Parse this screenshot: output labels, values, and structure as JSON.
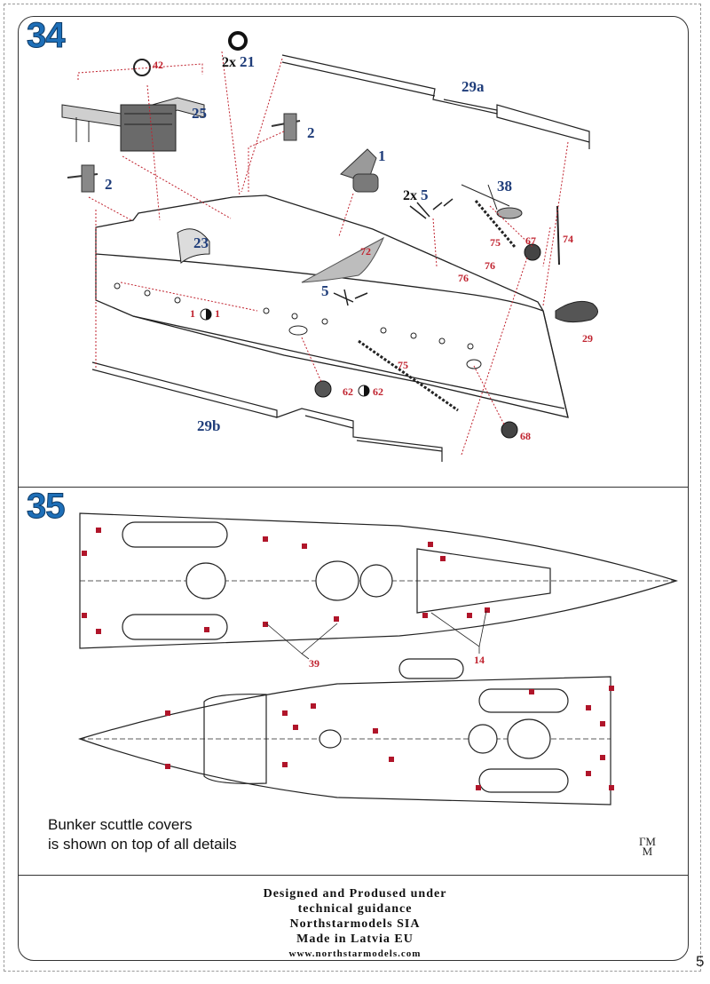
{
  "steps": {
    "step34": {
      "number": "34",
      "labels": {
        "l42": "42",
        "l2x21": "2x",
        "l21": "21",
        "l29a": "29a",
        "l25": "25",
        "l2a": "2",
        "l2b": "2",
        "l1": "1",
        "l2x5": "2x",
        "l5": "5",
        "l38": "38",
        "l23": "23",
        "l72": "72",
        "l74": "74",
        "l67": "67",
        "l75a": "75",
        "l76a": "76",
        "l76b": "76",
        "l5b": "5",
        "l1a": "1",
        "l1b": "1",
        "l29": "29",
        "l75b": "75",
        "l62a": "62",
        "l62b": "62",
        "l68": "68",
        "l29b": "29b"
      }
    },
    "step35": {
      "number": "35",
      "labels": {
        "l39": "39",
        "l14": "14"
      },
      "note": [
        "Bunker scuttle covers",
        "is shown on top of all details"
      ]
    }
  },
  "colors": {
    "accent_blue": "#1e6fb8",
    "callout_red": "#c0232f",
    "scuttle_red": "#b0152a"
  },
  "footer": {
    "logo": [
      "ГМ",
      "М"
    ],
    "credits": [
      "Designed and Prodused under",
      "technical guidance",
      "Northstarmodels SIA",
      "Made in Latvia EU"
    ],
    "url": "www.northstarmodels.com",
    "page_number": "5"
  }
}
